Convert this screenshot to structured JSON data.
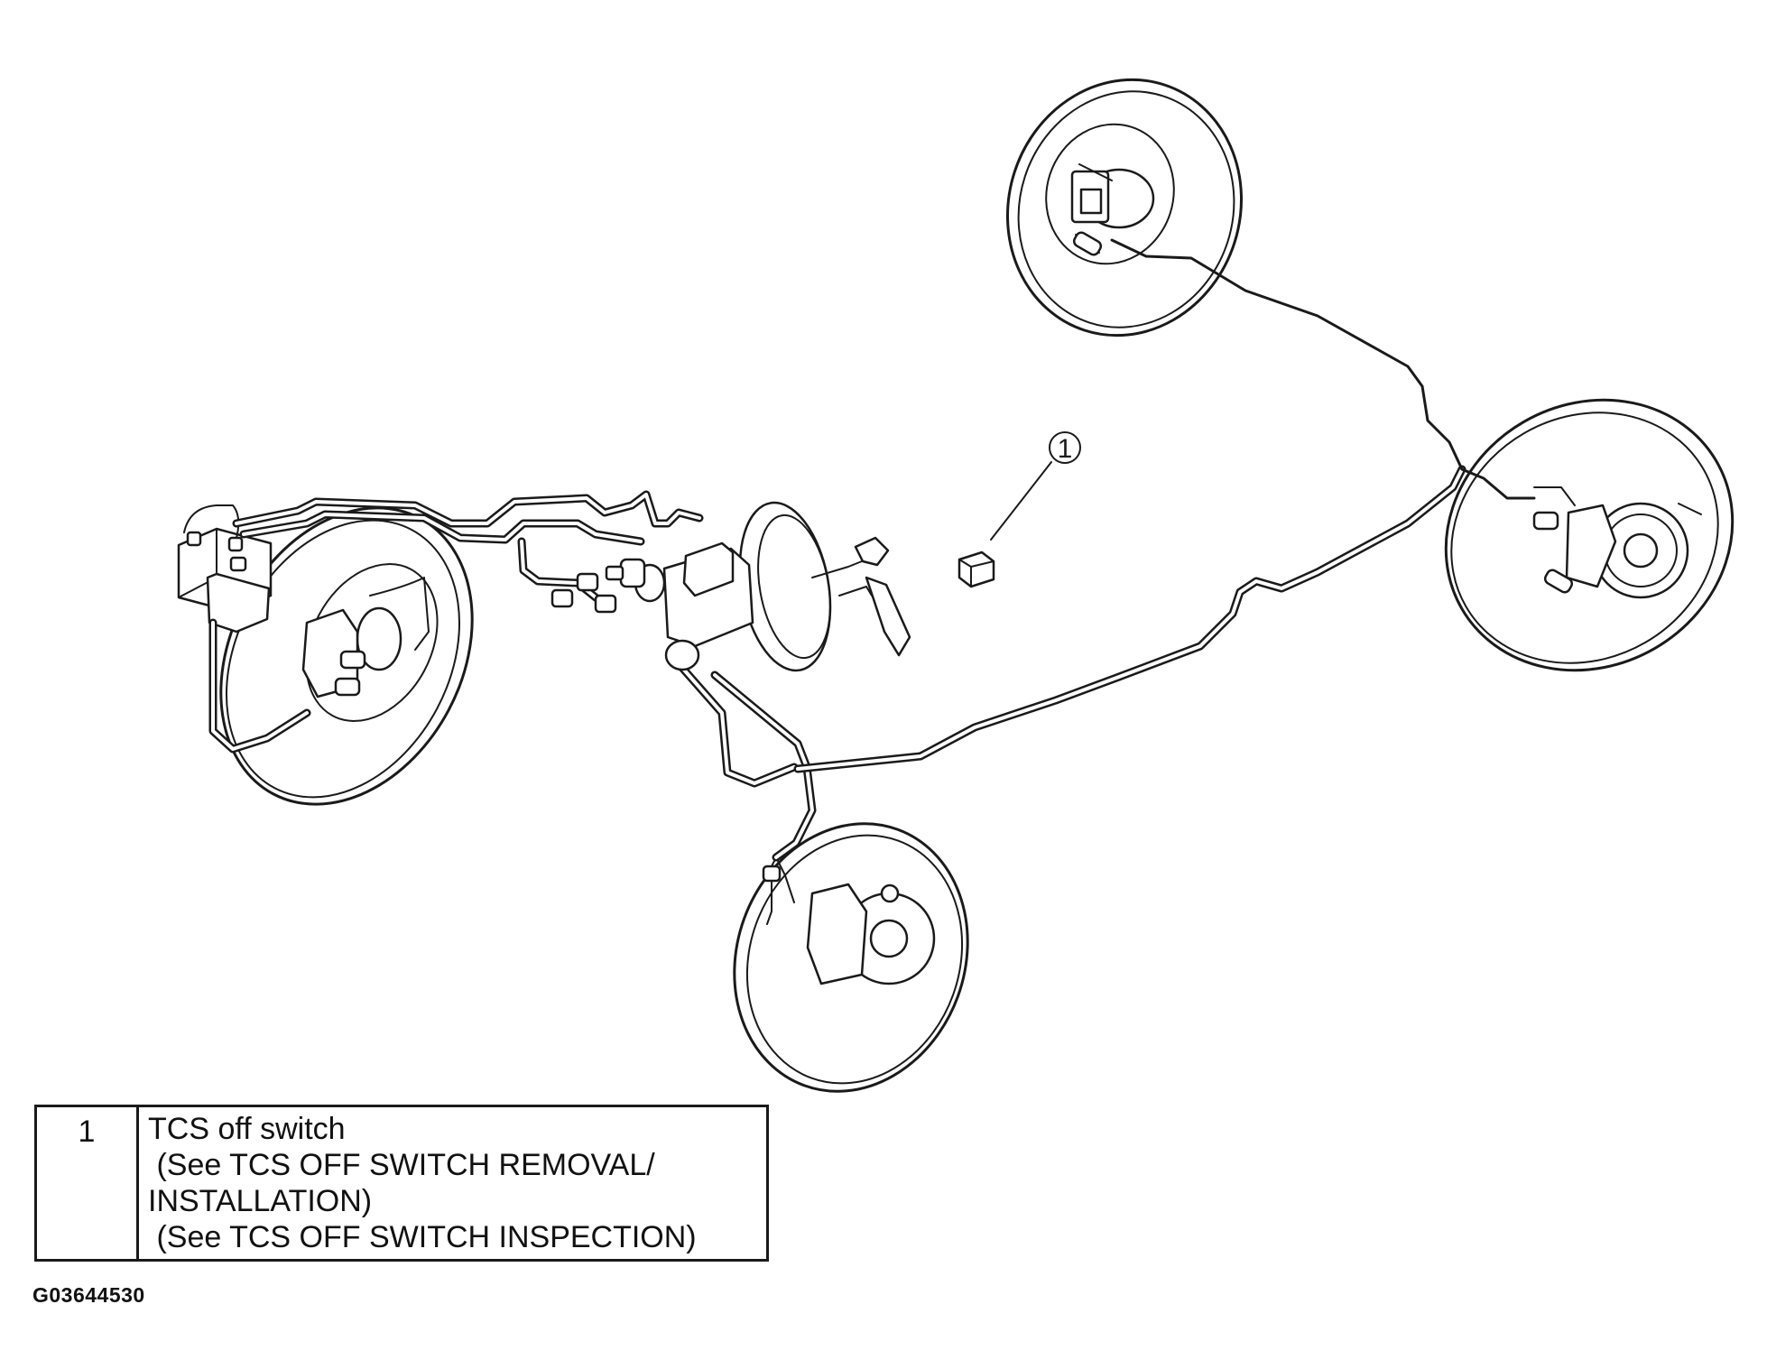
{
  "diagram": {
    "callout_number": "1"
  },
  "legend": {
    "item_number": "1",
    "lines": [
      "TCS off switch",
      " (See TCS OFF SWITCH REMOVAL/",
      "INSTALLATION)",
      " (See TCS OFF SWITCH INSPECTION)"
    ]
  },
  "figure_id": "G03644530"
}
